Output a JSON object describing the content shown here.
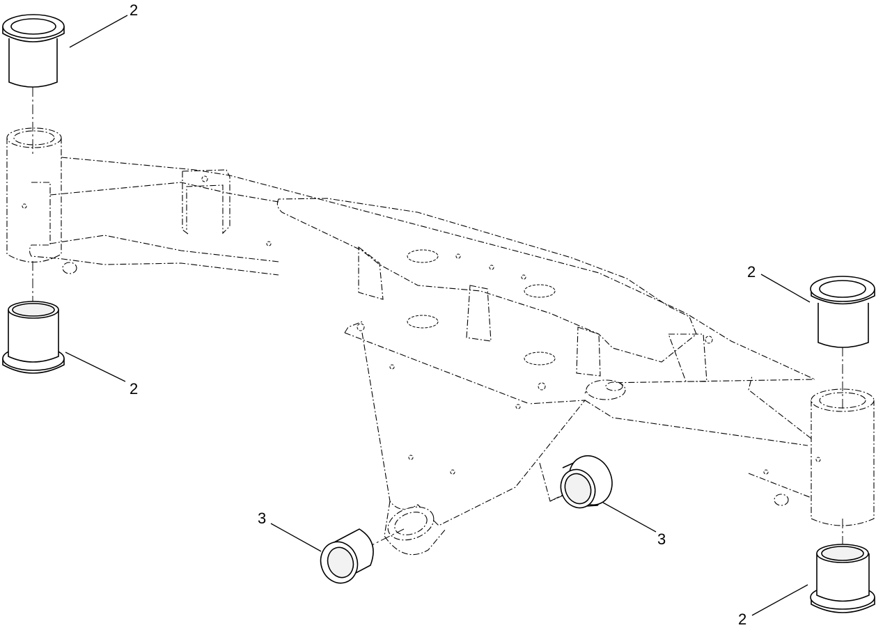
{
  "callouts": [
    {
      "id": "c1",
      "label": "2"
    },
    {
      "id": "c2",
      "label": "2"
    },
    {
      "id": "c3",
      "label": "2"
    },
    {
      "id": "c4",
      "label": "2"
    },
    {
      "id": "c5",
      "label": "3"
    },
    {
      "id": "c6",
      "label": "3"
    }
  ]
}
